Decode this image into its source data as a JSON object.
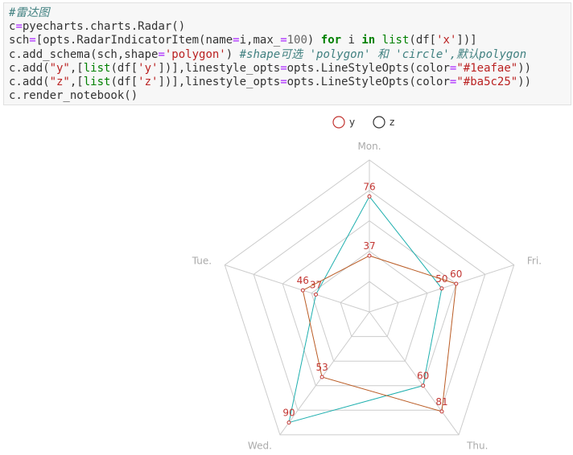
{
  "code_cell": {
    "lines": [
      [
        {
          "t": "#雷达图",
          "k": "comment"
        }
      ],
      [
        {
          "t": "c",
          "k": "text"
        },
        {
          "t": "=",
          "k": "op"
        },
        {
          "t": "pyecharts.charts.Radar()",
          "k": "text"
        }
      ],
      [
        {
          "t": "sch",
          "k": "text"
        },
        {
          "t": "=",
          "k": "op"
        },
        {
          "t": "[opts.RadarIndicatorItem(name",
          "k": "text"
        },
        {
          "t": "=",
          "k": "op"
        },
        {
          "t": "i,max_",
          "k": "text"
        },
        {
          "t": "=",
          "k": "op"
        },
        {
          "t": "100",
          "k": "number"
        },
        {
          "t": ") ",
          "k": "text"
        },
        {
          "t": "for",
          "k": "keyword"
        },
        {
          "t": " i ",
          "k": "text"
        },
        {
          "t": "in",
          "k": "keyword"
        },
        {
          "t": " ",
          "k": "text"
        },
        {
          "t": "list",
          "k": "builtin"
        },
        {
          "t": "(df[",
          "k": "text"
        },
        {
          "t": "'x'",
          "k": "string"
        },
        {
          "t": "])]",
          "k": "text"
        }
      ],
      [
        {
          "t": "c.add_schema(sch,shape",
          "k": "text"
        },
        {
          "t": "=",
          "k": "op"
        },
        {
          "t": "'polygon'",
          "k": "string"
        },
        {
          "t": ") ",
          "k": "text"
        },
        {
          "t": "#shape可选 'polygon' 和 'circle',默认polygon",
          "k": "comment"
        }
      ],
      [
        {
          "t": "c.add(",
          "k": "text"
        },
        {
          "t": "\"y\"",
          "k": "string"
        },
        {
          "t": ",[",
          "k": "text"
        },
        {
          "t": "list",
          "k": "builtin"
        },
        {
          "t": "(df[",
          "k": "text"
        },
        {
          "t": "'y'",
          "k": "string"
        },
        {
          "t": "])],linestyle_opts",
          "k": "text"
        },
        {
          "t": "=",
          "k": "op"
        },
        {
          "t": "opts.LineStyleOpts(color",
          "k": "text"
        },
        {
          "t": "=",
          "k": "op"
        },
        {
          "t": "\"#1eafae\"",
          "k": "string"
        },
        {
          "t": "))",
          "k": "text"
        }
      ],
      [
        {
          "t": "c.add(",
          "k": "text"
        },
        {
          "t": "\"z\"",
          "k": "string"
        },
        {
          "t": ",[",
          "k": "text"
        },
        {
          "t": "list",
          "k": "builtin"
        },
        {
          "t": "(df[",
          "k": "text"
        },
        {
          "t": "'z'",
          "k": "string"
        },
        {
          "t": "])],linestyle_opts",
          "k": "text"
        },
        {
          "t": "=",
          "k": "op"
        },
        {
          "t": "opts.LineStyleOpts(color",
          "k": "text"
        },
        {
          "t": "=",
          "k": "op"
        },
        {
          "t": "\"#ba5c25\"",
          "k": "string"
        },
        {
          "t": "))",
          "k": "text"
        }
      ],
      [
        {
          "t": "c.render_notebook()",
          "k": "text"
        }
      ]
    ]
  },
  "chart_data": {
    "type": "radar",
    "shape": "polygon",
    "indicators": [
      "Mon.",
      "Fri.",
      "Thu.",
      "Wed.",
      "Tue."
    ],
    "max": 100,
    "split_number": 5,
    "series": [
      {
        "name": "y",
        "color": "#1eafae",
        "values": [
          76,
          50,
          60,
          90,
          37
        ]
      },
      {
        "name": "z",
        "color": "#ba5c25",
        "values": [
          37,
          60,
          81,
          53,
          46
        ]
      }
    ],
    "legend_position": "top-center",
    "legend_color": "#c23531",
    "label_color": "#c23531",
    "axis_label_color": "#aaaaaa",
    "grid_color": "#cccccc"
  }
}
